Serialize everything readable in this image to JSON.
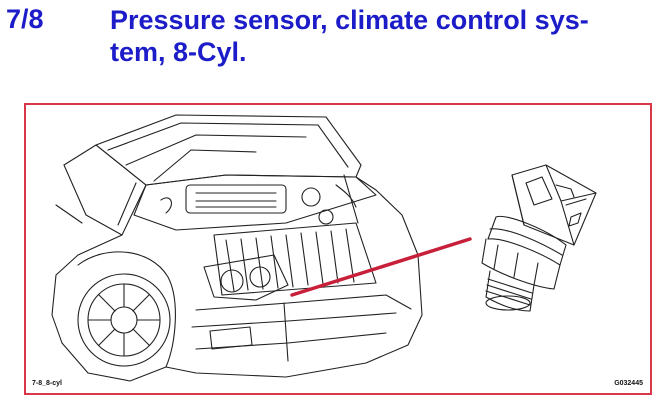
{
  "section": {
    "number": "7/8"
  },
  "title": {
    "line1": "Pressure sensor, climate control sys-",
    "line2": "tem, 8-Cyl."
  },
  "figure": {
    "caption_left": "7-8_8-cyl",
    "caption_right": "G032445",
    "border_color": "#d9364a",
    "pointer_color": "#c8203a",
    "icons": [
      "car-front-illustration",
      "pressure-sensor-illustration"
    ]
  },
  "colors": {
    "heading": "#1c1cc8"
  }
}
